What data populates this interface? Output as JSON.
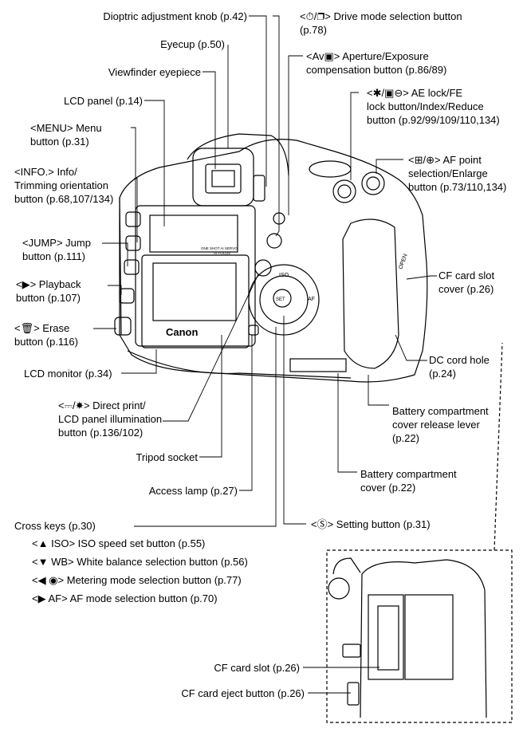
{
  "labels": {
    "dioptric": "Dioptric adjustment knob (p.42)",
    "eyecup": "Eyecup (p.50)",
    "eyepiece": "Viewfinder eyepiece",
    "lcdpanel": "LCD panel (p.14)",
    "menu": [
      "<MENU> Menu",
      "button (p.31)"
    ],
    "info": [
      "<INFO.> Info/",
      "Trimming orientation",
      "button (p.68,107/134)"
    ],
    "jump": [
      "<JUMP> Jump",
      "button (p.111)"
    ],
    "playback": [
      "<▶> Playback",
      "button (p.107)"
    ],
    "erase": [
      "<🗑> Erase",
      "button (p.116)"
    ],
    "lcdmonitor": "LCD monitor (p.34)",
    "directprint": [
      "<⎓/☀> Direct print/",
      "LCD panel illumination",
      "button (p.136/102)"
    ],
    "tripod": "Tripod socket",
    "access": "Access lamp (p.27)",
    "drive": [
      "<⏱/❐> Drive mode selection button",
      "(p.78)"
    ],
    "aperture": [
      "<Av▣> Aperture/Exposure",
      "compensation button (p.86/89)"
    ],
    "aelock": [
      "<✱/▣⊖> AE lock/FE",
      "lock button/Index/Reduce",
      "button (p.92/99/109/110,134)"
    ],
    "afpoint": [
      "<⊞/⊕> AF point",
      "selection/Enlarge",
      "button (p.73/110,134)"
    ],
    "cfcover": [
      "CF card slot",
      "cover (p.26)"
    ],
    "dccord": [
      "DC cord hole",
      "(p.24)"
    ],
    "batrelease": [
      "Battery compartment",
      "cover release lever",
      "(p.22)"
    ],
    "batcover": [
      "Battery compartment",
      "cover (p.22)"
    ],
    "crosskeys": "Cross keys (p.30)",
    "setting": "<Ⓢ> Setting button (p.31)",
    "iso": "<▲ ISO> ISO speed set button (p.55)",
    "wb": "<▼ WB> White balance selection button (p.56)",
    "metering": "<◀ ◉> Metering mode selection button (p.77)",
    "afmode": "<▶ AF> AF mode selection button (p.70)",
    "cfslot": "CF card slot (p.26)",
    "cfeject": "CF card eject button (p.26)"
  },
  "camera_text": {
    "brand": "Canon",
    "lcd_small": "ONE SHOT AI SERVO",
    "lcd_small2": "AI FOCUS",
    "key_iso": "ISO",
    "key_set": "SET",
    "key_af": "AF",
    "open": "OPEN"
  }
}
